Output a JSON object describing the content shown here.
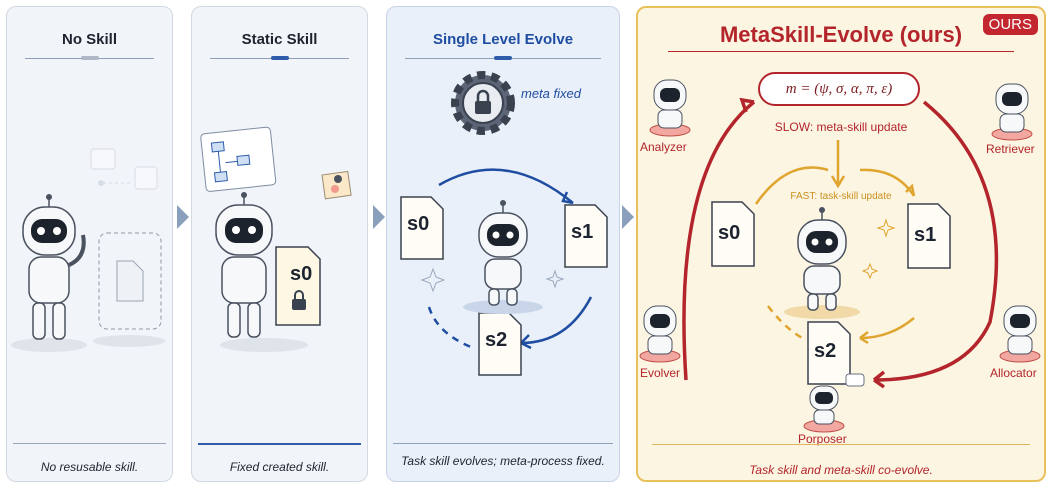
{
  "panels": [
    {
      "title": "No Skill",
      "caption": "No resusable skill."
    },
    {
      "title": "Static Skill",
      "caption": "Fixed created skill."
    },
    {
      "title": "Single Level Evolve",
      "caption": "Task skill evolves; meta-process fixed.",
      "meta_label": "meta fixed"
    },
    {
      "title": "MetaSkill-Evolve (ours)",
      "caption": "Task skill and meta-skill co-evolve.",
      "badge": "OURS"
    }
  ],
  "skills": {
    "s0": "s0",
    "s1": "s1",
    "s2": "s2"
  },
  "ours": {
    "formula": "m = (ψ, σ, α, π, ε)",
    "slow_label": "SLOW: meta-skill update",
    "fast_label": "FAST: task-skill update",
    "agents": [
      "Analyzer",
      "Retriever",
      "Evolver",
      "Allocator",
      "Porposer"
    ]
  },
  "colors": {
    "blue": "#1e4da1",
    "red": "#b3242b",
    "gold": "#e0a52f"
  }
}
